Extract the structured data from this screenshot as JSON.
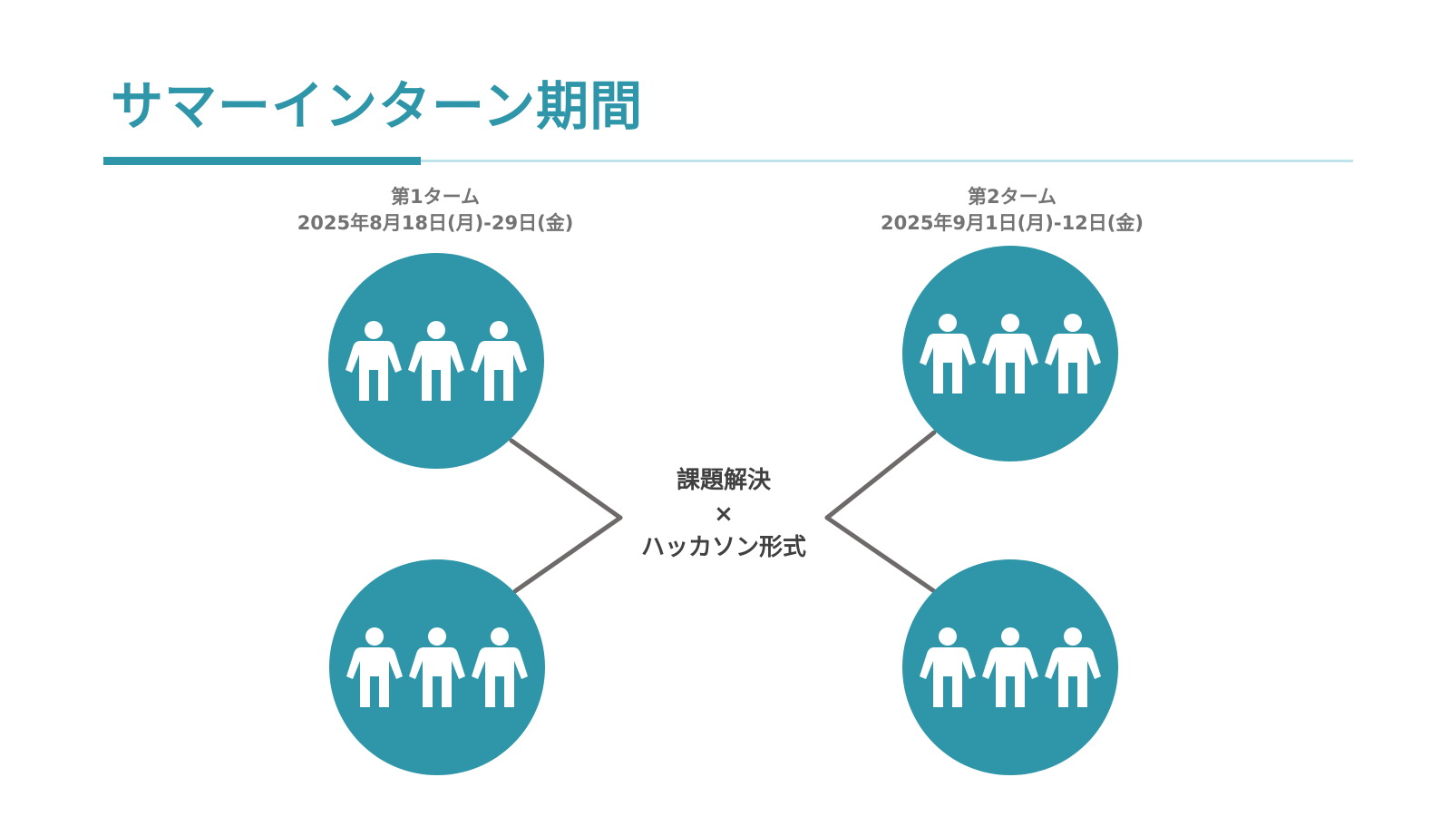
{
  "title": "サマーインターン期間",
  "terms": [
    {
      "name": "第1ターム",
      "dates": "2025年8月18日(月)-29日(金)"
    },
    {
      "name": "第2ターム",
      "dates": "2025年9月1日(月)-12日(金)"
    }
  ],
  "center": {
    "line1": "課題解決",
    "line2": "×",
    "line3": "ハッカソン形式"
  },
  "groups": [
    {
      "term": 1,
      "icon": "people-group-icon",
      "people": 3
    },
    {
      "term": 1,
      "icon": "people-group-icon",
      "people": 3
    },
    {
      "term": 2,
      "icon": "people-group-icon",
      "people": 3
    },
    {
      "term": 2,
      "icon": "people-group-icon",
      "people": 3
    }
  ],
  "colors": {
    "accent": "#2E96A8",
    "accent_light": "#BFE3EA",
    "circle": "#2E96A8",
    "connector": "#6E6A6A",
    "term_text": "#737373",
    "center_text": "#404040"
  }
}
